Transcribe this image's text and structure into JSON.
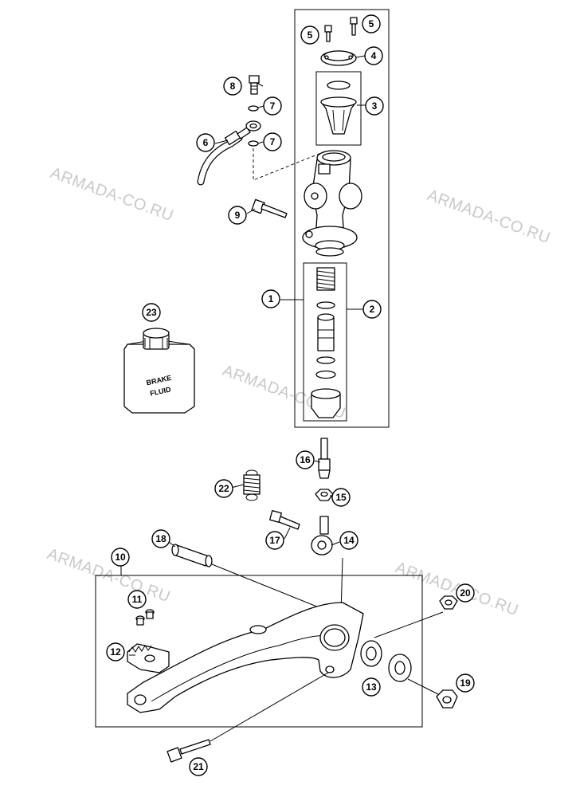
{
  "watermarks": [
    {
      "text": "ARMADA-CO.RU"
    },
    {
      "text": "ARMADA-CO.RU"
    },
    {
      "text": "ARMADA-CO.RU"
    },
    {
      "text": "ARMADA-CO.RU"
    },
    {
      "text": "ARMADA-CO.RU"
    }
  ],
  "brake_fluid_label": {
    "line1": "BRAKE",
    "line2": "FLUID"
  },
  "callouts": [
    {
      "id": "1",
      "label": "1",
      "style": "white"
    },
    {
      "id": "2",
      "label": "2",
      "style": "white"
    },
    {
      "id": "3",
      "label": "3",
      "style": "white"
    },
    {
      "id": "4",
      "label": "4",
      "style": "white"
    },
    {
      "id": "5a",
      "label": "5",
      "style": "white"
    },
    {
      "id": "5b",
      "label": "5",
      "style": "white"
    },
    {
      "id": "6",
      "label": "6",
      "style": "white"
    },
    {
      "id": "7a",
      "label": "7",
      "style": "white"
    },
    {
      "id": "7b",
      "label": "7",
      "style": "white"
    },
    {
      "id": "8",
      "label": "8",
      "style": "white"
    },
    {
      "id": "9",
      "label": "9",
      "style": "white"
    },
    {
      "id": "10",
      "label": "10",
      "style": "white"
    },
    {
      "id": "11",
      "label": "11",
      "style": "white"
    },
    {
      "id": "12",
      "label": "12",
      "style": "white"
    },
    {
      "id": "13",
      "label": "13",
      "style": "white"
    },
    {
      "id": "14",
      "label": "14",
      "style": "white"
    },
    {
      "id": "15",
      "label": "15",
      "style": "white"
    },
    {
      "id": "16",
      "label": "16",
      "style": "white"
    },
    {
      "id": "17",
      "label": "17",
      "style": "white"
    },
    {
      "id": "18",
      "label": "18",
      "style": "white"
    },
    {
      "id": "19",
      "label": "19",
      "style": "white"
    },
    {
      "id": "20",
      "label": "20",
      "style": "white"
    },
    {
      "id": "21",
      "label": "21",
      "style": "white"
    },
    {
      "id": "22",
      "label": "22",
      "style": "white"
    },
    {
      "id": "23",
      "label": "23",
      "style": "white"
    }
  ],
  "colors": {
    "callout_fill": "#ffffff",
    "line": "#000000",
    "watermark": "#c9c9c9"
  }
}
